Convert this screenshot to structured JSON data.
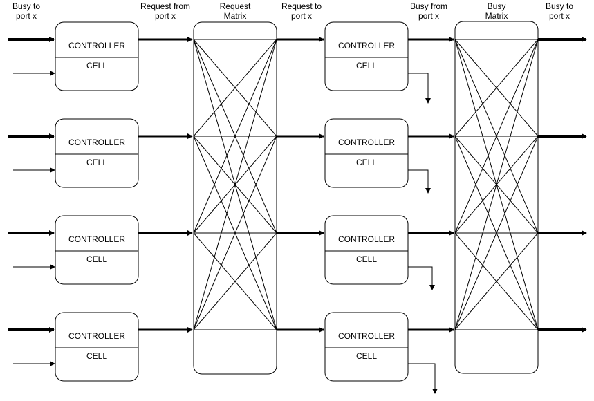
{
  "headers": {
    "busy_to_port_left": "Busy to\nport x",
    "request_from_port": "Request from\nport x",
    "request_matrix": "Request\nMatrix",
    "request_to_port": "Request to\nport x",
    "busy_from_port": "Busy from\nport x",
    "busy_matrix": "Busy\nMatrix",
    "busy_to_port_right": "Busy to\nport x"
  },
  "cell": {
    "controller_label": "CONTROLLER",
    "cell_label": "CELL"
  },
  "rows": 4,
  "colors": {
    "stroke": "#000000",
    "fill": "#ffffff"
  }
}
